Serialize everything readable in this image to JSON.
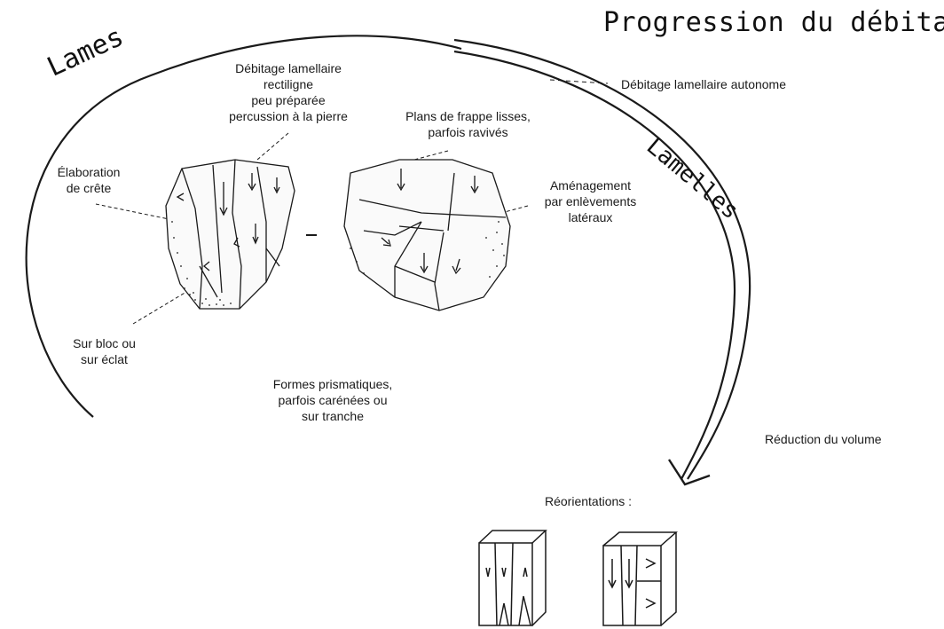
{
  "title": "Progression du débitage",
  "arc_labels": {
    "lames": "Lames",
    "lamelles": "Lamelles"
  },
  "annotations": {
    "debitage_rectiligne": "Débitage lamellaire\nrectiligne\npeu préparée\npercussion à la pierre",
    "elaboration_crete": "Élaboration\nde crête",
    "plans_frappe": "Plans de frappe lisses,\nparfois ravivés",
    "amenagement": "Aménagement\npar enlèvements\nlatéraux",
    "debitage_autonome": "Débitage lamellaire autonome",
    "sur_bloc": "Sur bloc ou\nsur éclat",
    "formes_prismatiques": "Formes prismatiques,\nparfois carénées ou\nsur tranche",
    "reduction_volume": "Réduction du volume",
    "reorientations": "Réorientations :"
  },
  "separator": "–",
  "colors": {
    "ink": "#1a1a1a",
    "background": "#ffffff"
  }
}
